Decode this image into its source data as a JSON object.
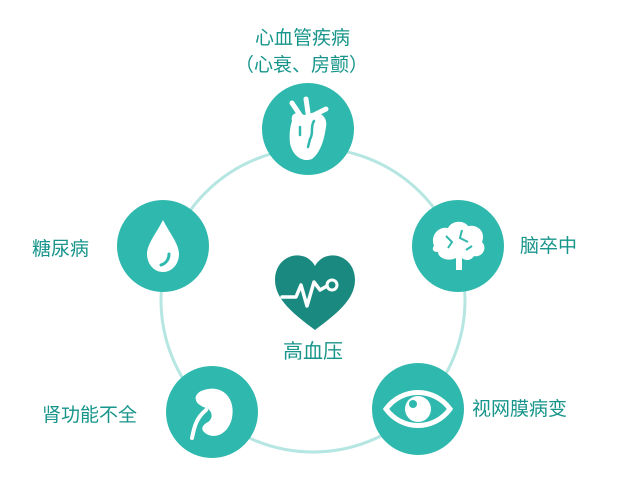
{
  "center": {
    "label": "高血压",
    "icon": "heart-pulse-icon"
  },
  "nodes": [
    {
      "id": "cardio",
      "label": "心血管疾病",
      "sublabel": "（心衰、房颤）",
      "icon": "heart-organ-icon"
    },
    {
      "id": "stroke",
      "label": "脑卒中",
      "icon": "brain-icon"
    },
    {
      "id": "retina",
      "label": "视网膜病变",
      "icon": "eye-icon"
    },
    {
      "id": "kidney",
      "label": "肾功能不全",
      "icon": "kidney-icon"
    },
    {
      "id": "diabetes",
      "label": "糖尿病",
      "icon": "drop-icon"
    }
  ],
  "colors": {
    "node": "#2fb8ad",
    "heart": "#1a8a80",
    "ring": "#b5e6e1",
    "text": "#17958b"
  }
}
